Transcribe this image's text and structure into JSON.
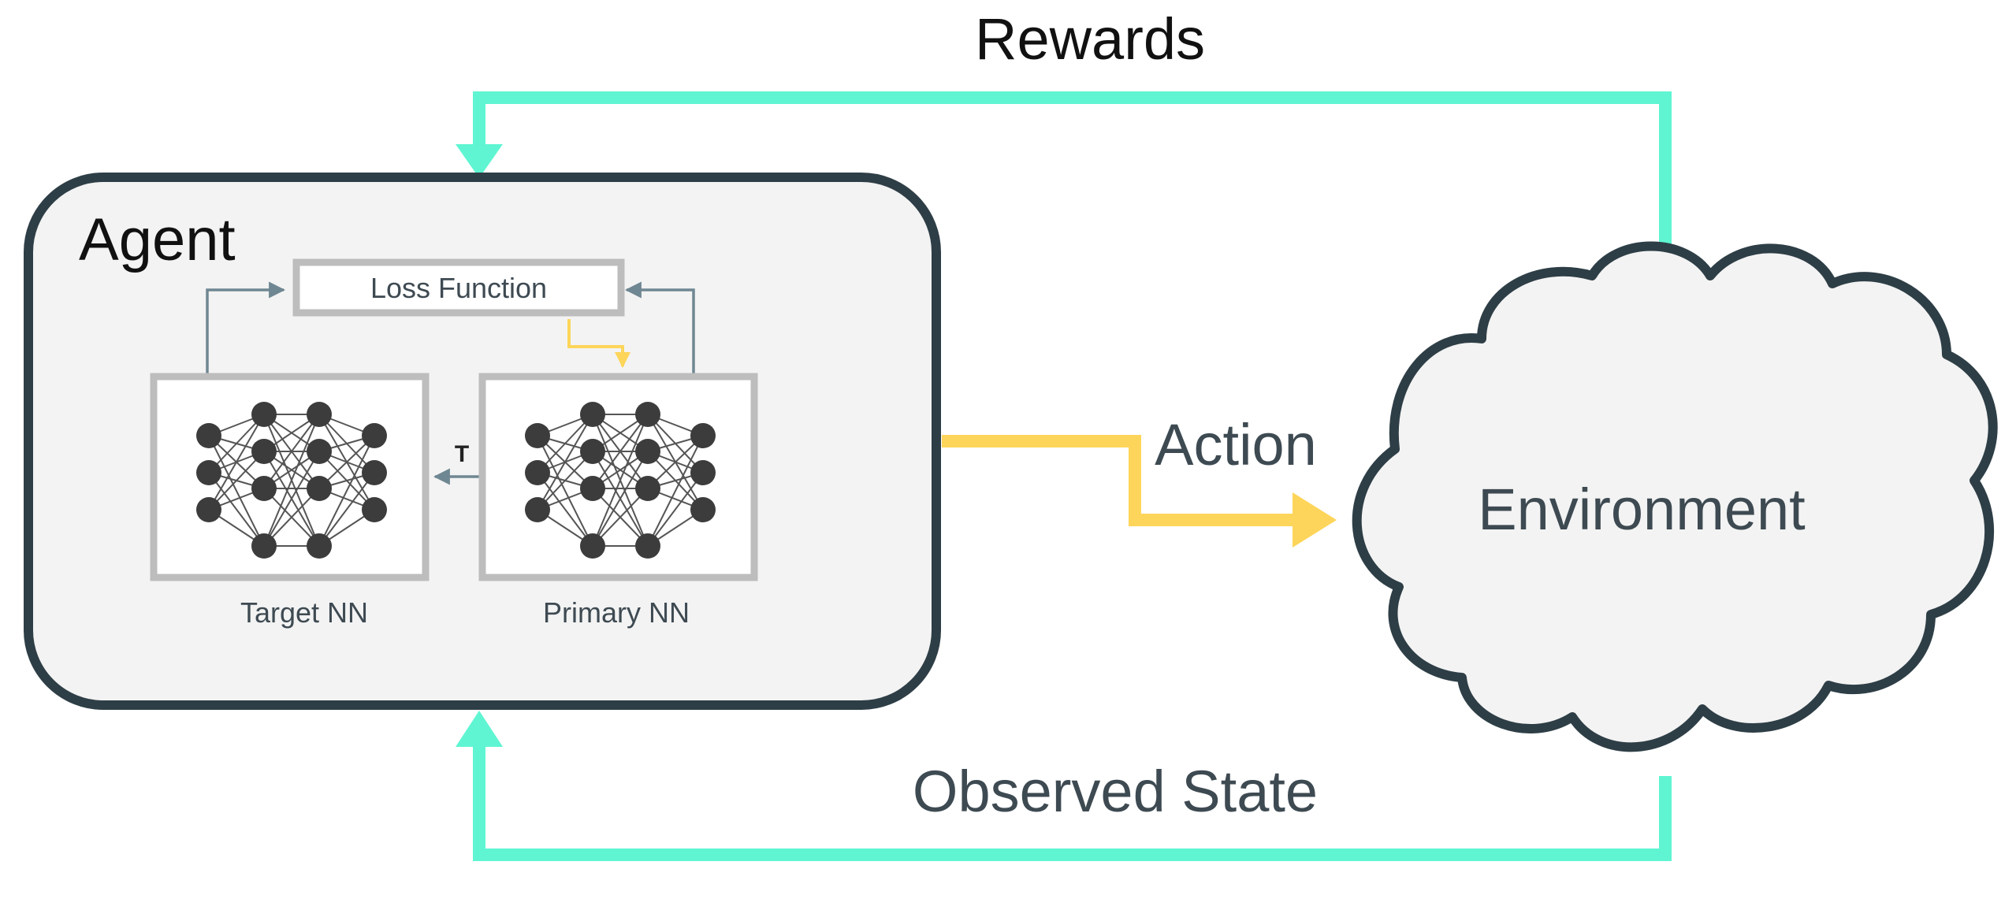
{
  "labels": {
    "rewards": "Rewards",
    "agent": "Agent",
    "loss_function": "Loss Function",
    "target_nn": "Target NN",
    "primary_nn": "Primary NN",
    "transfer": "T",
    "action": "Action",
    "environment": "Environment",
    "observed_state": "Observed State"
  },
  "colors": {
    "rewards_arrow": "#5ff5d2",
    "action_arrow": "#fdd55a",
    "agent_border": "#2e3e46",
    "agent_fill": "#f3f3f3",
    "nn_box_border": "#bdbdbd",
    "internal_arrow": "#6f8792",
    "neuron": "#3c3c3c"
  }
}
